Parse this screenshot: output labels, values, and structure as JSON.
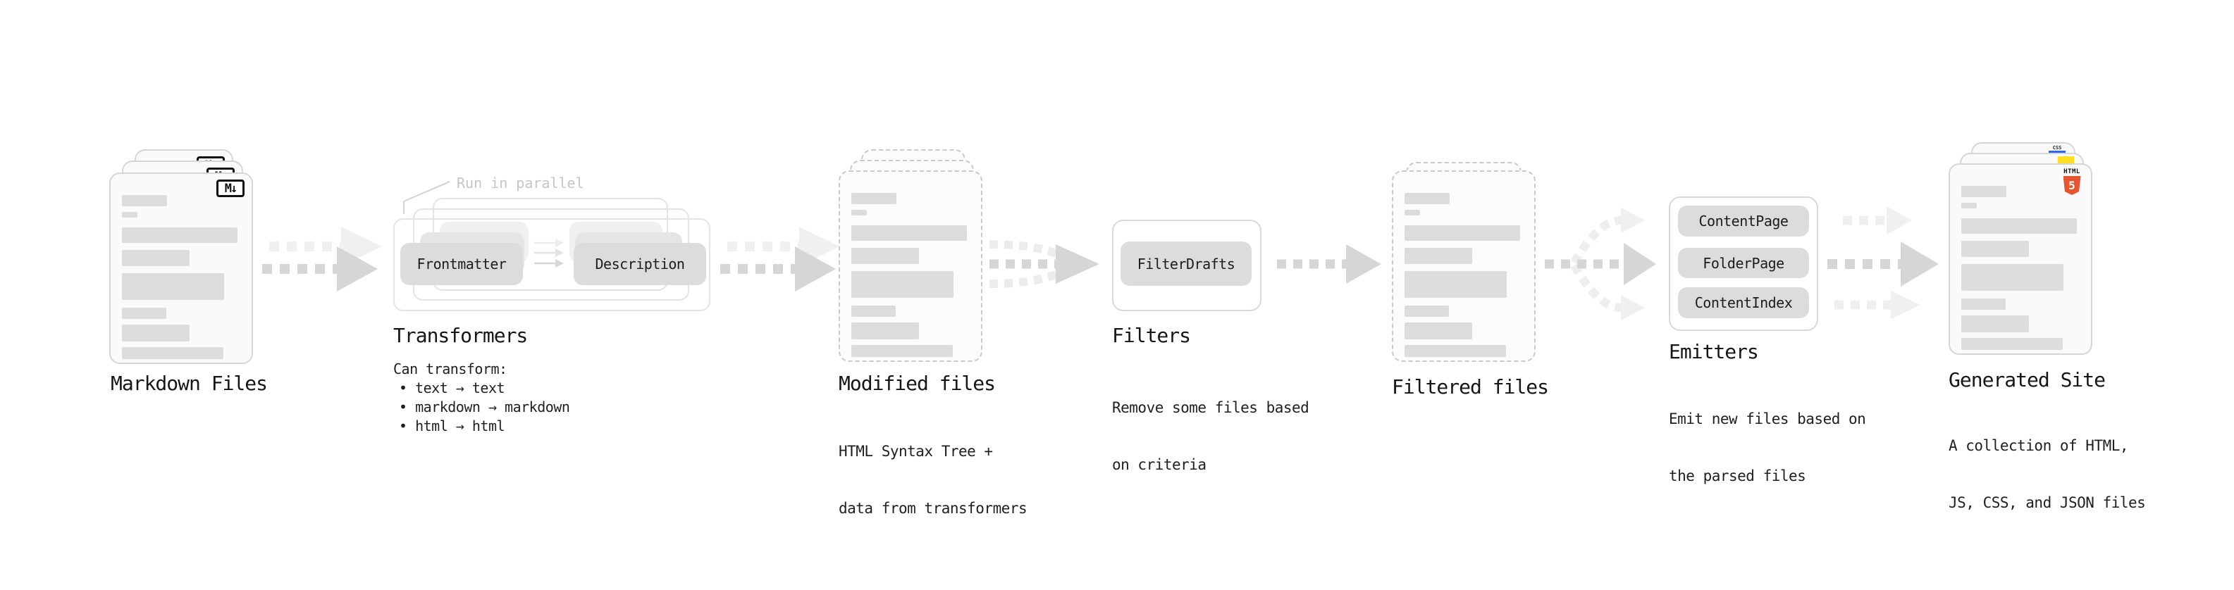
{
  "markdown": {
    "title": "Markdown Files",
    "icon": "M↓"
  },
  "transformers": {
    "title": "Transformers",
    "parallel": "Run in parallel",
    "pill_left": "Frontmatter",
    "pill_right": "Description",
    "note_heading": "Can transform:",
    "bullet1": "• text → text",
    "bullet2": "• markdown → markdown",
    "bullet3": "• html → html"
  },
  "modified": {
    "title": "Modified files",
    "sub1": "HTML Syntax Tree +",
    "sub2": "data from transformers"
  },
  "filters": {
    "title": "Filters",
    "pill": "FilterDrafts",
    "sub1": "Remove some files based",
    "sub2": "on criteria"
  },
  "filtered": {
    "title": "Filtered files"
  },
  "emitters": {
    "title": "Emitters",
    "pill1": "ContentPage",
    "pill2": "FolderPage",
    "pill3": "ContentIndex",
    "sub1": "Emit new files based on",
    "sub2": "the parsed files"
  },
  "generated": {
    "title": "Generated Site",
    "sub1": "A collection of HTML,",
    "sub2": "JS, CSS, and JSON files",
    "html_icon_label": "HTML",
    "html_icon_number": "5",
    "css_icon": "CSS"
  },
  "colors": {
    "html5_orange": "#e8542f",
    "js_yellow": "#ffdf1e",
    "css_blue": "#2b66f6",
    "card_background": "#fafafa",
    "placeholder_bar": "#dcdcdc",
    "pill_gray": "#dcdcdc",
    "arrow_dark": "#d6d6d6",
    "arrow_light": "#f0f0f0",
    "parallel_text": "#c5c5c5"
  }
}
